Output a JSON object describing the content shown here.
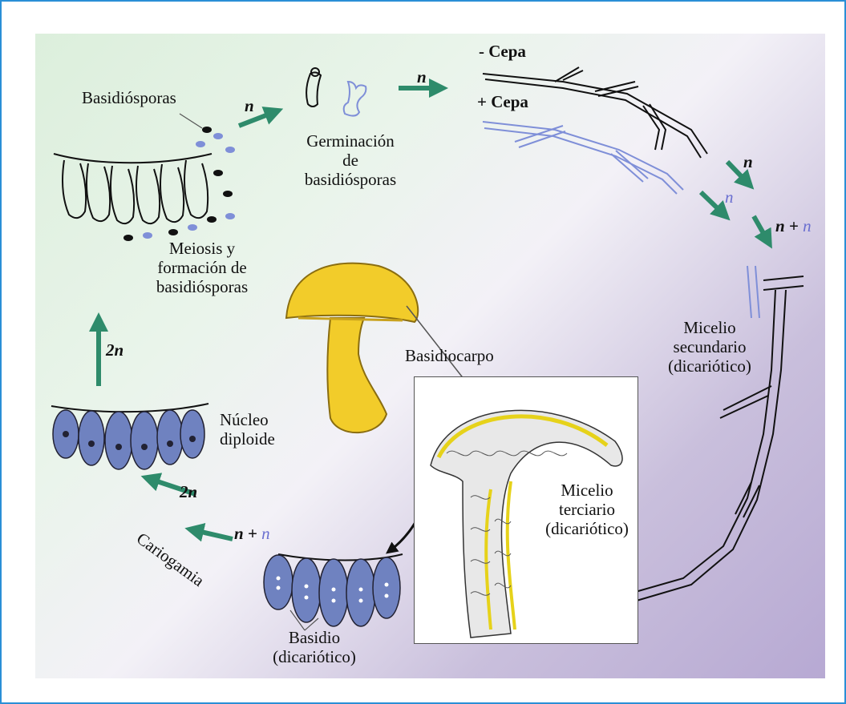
{
  "labels": {
    "basidiosporas": "Basidiósporas",
    "germinacion": [
      "Germinación",
      "de",
      "basidiósporas"
    ],
    "cepa_minus": "- Cepa",
    "cepa_plus": "+ Cepa",
    "meiosis": [
      "Meiosis y",
      "formación de",
      "basidiósporas"
    ],
    "micelio_secundario": [
      "Micelio",
      "secundario",
      "(dicariótico)"
    ],
    "basidiocarpo": "Basidiocarpo",
    "nucleo": [
      "Núcleo",
      "diploide"
    ],
    "micelio_terciario": [
      "Micelio",
      "terciario",
      "(dicariótico)"
    ],
    "cariogamia": "Cariogamia",
    "basidio": [
      "Basidio",
      "(dicariótico)"
    ]
  },
  "arrows": {
    "n1": "n",
    "n2": "n",
    "n3": "n",
    "n4": "n",
    "nn_right_a": "n",
    "nn_right_plus": " + ",
    "nn_right_b": "n",
    "two_n_left": "2n",
    "two_n_bottom": "2n",
    "nn_bottom_a": "n",
    "nn_bottom_plus": " + ",
    "nn_bottom_b": "n"
  },
  "colors": {
    "arrow": "#2e8b6b",
    "border": "#2a8fd6",
    "mushroom": "#f2cc2a",
    "basidium": "#6f82c0",
    "hyphae_plus": "#7f8fd8"
  }
}
